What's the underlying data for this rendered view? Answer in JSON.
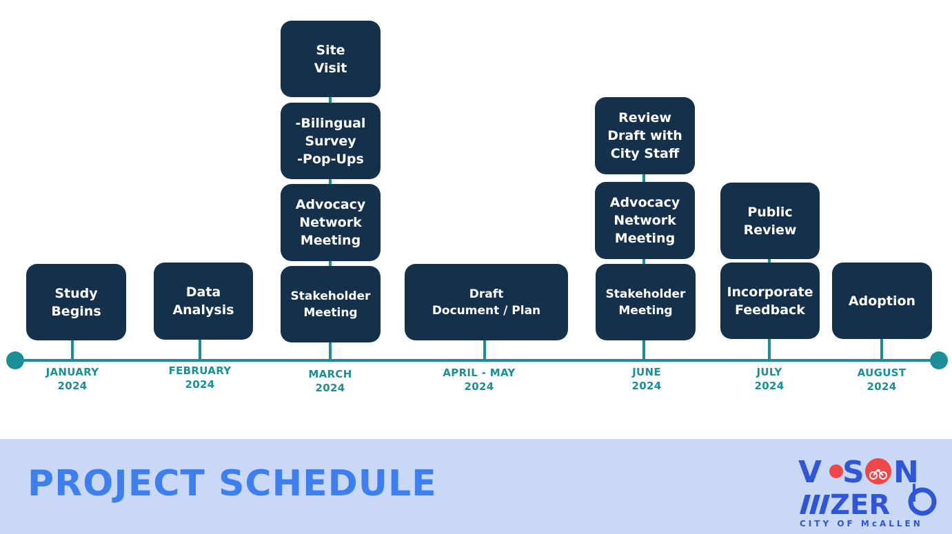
{
  "milestones": [
    {
      "date_line1": "JANUARY",
      "date_line2": "2024",
      "boxes": [
        "Study\nBegins"
      ]
    },
    {
      "date_line1": "FEBRUARY",
      "date_line2": "2024",
      "boxes": [
        "Data\nAnalysis"
      ]
    },
    {
      "date_line1": "MARCH",
      "date_line2": "2024",
      "boxes": [
        "Stakeholder\nMeeting",
        "Advocacy\nNetwork\nMeeting",
        "-Bilingual\nSurvey\n-Pop-Ups",
        "Site\nVisit"
      ]
    },
    {
      "date_line1": "APRIL - MAY",
      "date_line2": "2024",
      "boxes": [
        "Draft\nDocument / Plan"
      ]
    },
    {
      "date_line1": "JUNE",
      "date_line2": "2024",
      "boxes": [
        "Stakeholder\nMeeting",
        "Advocacy\nNetwork\nMeeting",
        "Review\nDraft with\nCity Staff"
      ]
    },
    {
      "date_line1": "JULY",
      "date_line2": "2024",
      "boxes": [
        "Incorporate\nFeedback",
        "Public\nReview"
      ]
    },
    {
      "date_line1": "AUGUST",
      "date_line2": "2024",
      "boxes": [
        "Adoption"
      ]
    }
  ],
  "footer": {
    "title": "PROJECT SCHEDULE",
    "logo": {
      "word1": "VISION",
      "word2": "ZERO",
      "tagline": "CITY OF McALLEN"
    }
  },
  "colors": {
    "teal": "#1a8f98",
    "navy": "#14304a",
    "footer_bg": "#c9d9f5",
    "title_blue": "#3d7ff0",
    "logo_blue": "#2f56d8",
    "logo_red": "#f0484a"
  }
}
